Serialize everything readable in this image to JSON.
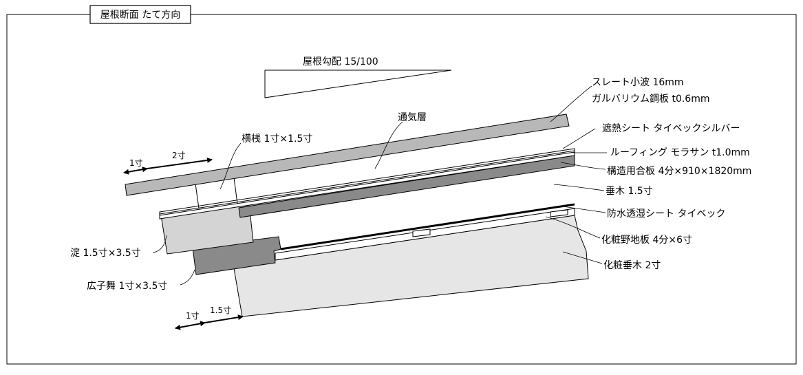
{
  "title": "屋根断面 たて方向",
  "slope_label": "屋根勾配 15/100",
  "labels": {
    "slate": "スレート小波 16mm",
    "galvalume": "ガルバリウム鋼板 t0.6mm",
    "heat_sheet": "遮熱シート タイベックシルバー",
    "roofing": "ルーフィング モラサン t1.0mm",
    "plywood": "構造用合板 4分×910×1820mm",
    "rafter": "垂木 1.5寸",
    "vent_layer": "通気層",
    "batten": "横桟 1寸×1.5寸",
    "waterproof_sheet": "防水透湿シート タイベック",
    "decor_board": "化粧野地板 4分×6寸",
    "decor_rafter": "化粧垂木 2寸",
    "yodo": "淀 1.5寸×3.5寸",
    "hirokomai": "広子舞 1寸×3.5寸"
  },
  "dims": {
    "top_1": "1寸",
    "top_2": "2寸",
    "bottom_1": "1寸",
    "bottom_2": "1.5寸"
  },
  "colors": {
    "stroke": "#000000",
    "light_fill": "#d4d4d4",
    "mid_fill": "#b8b8b8",
    "dark_fill": "#8a8a8a",
    "pale_fill": "#e6e6e6",
    "white": "#ffffff"
  }
}
